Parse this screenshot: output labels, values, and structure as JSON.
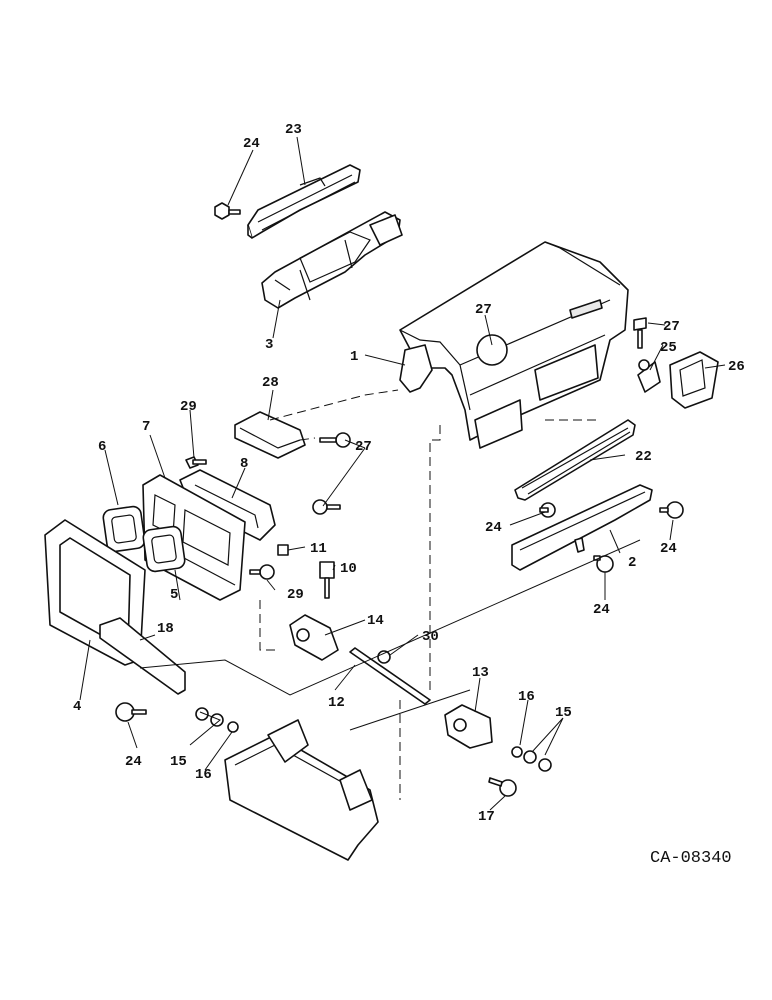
{
  "diagram": {
    "reference_code": "CA-08340",
    "callouts": {
      "c1": "1",
      "c2": "2",
      "c3": "3",
      "c4": "4",
      "c5": "5",
      "c6": "6",
      "c7": "7",
      "c8": "8",
      "c10": "10",
      "c11": "11",
      "c12": "12",
      "c13": "13",
      "c14": "14",
      "c15a": "15",
      "c15b": "15",
      "c16a": "16",
      "c16b": "16",
      "c17": "17",
      "c18": "18",
      "c22": "22",
      "c23": "23",
      "c24a": "24",
      "c24b": "24",
      "c24c": "24",
      "c24d": "24",
      "c24e": "24",
      "c25": "25",
      "c26": "26",
      "c27a": "27",
      "c27b": "27",
      "c27c": "27",
      "c28": "28",
      "c29a": "29",
      "c29b": "29",
      "c30": "30"
    }
  }
}
